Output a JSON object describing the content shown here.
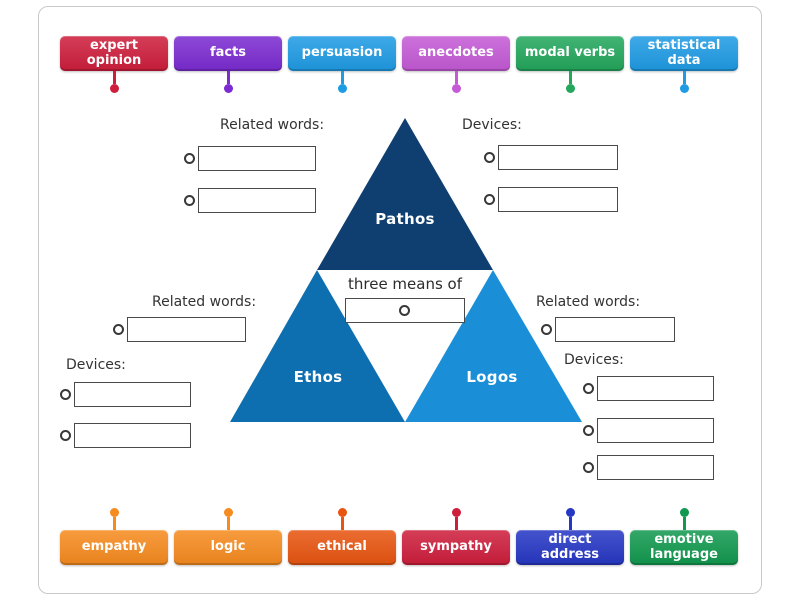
{
  "canvas": {
    "background": "#ffffff",
    "frame_color": "#c9c9c9"
  },
  "labels": {
    "related_words": "Related words:",
    "devices": "Devices:"
  },
  "diagram": {
    "center_caption": "three means of",
    "pathos": {
      "label": "Pathos",
      "color": "#0f3f70"
    },
    "ethos": {
      "label": "Ethos",
      "color": "#0e6fb0"
    },
    "logos": {
      "label": "Logos",
      "color": "#1b8ed8"
    }
  },
  "top_tiles": [
    {
      "label": "expert opinion",
      "color": "#ce1e3c"
    },
    {
      "label": "facts",
      "color": "#7b2bd1"
    },
    {
      "label": "persuasion",
      "color": "#1f9be4"
    },
    {
      "label": "anecdotes",
      "color": "#c45ad6"
    },
    {
      "label": "modal verbs",
      "color": "#23a75c"
    },
    {
      "label": "statistical data",
      "color": "#1f9be4"
    }
  ],
  "bottom_tiles": [
    {
      "label": "empathy",
      "color": "#f68b1f"
    },
    {
      "label": "logic",
      "color": "#f68b1f"
    },
    {
      "label": "ethical",
      "color": "#e85510"
    },
    {
      "label": "sympathy",
      "color": "#ce1e3c"
    },
    {
      "label": "direct address",
      "color": "#2637c4"
    },
    {
      "label": "emotive language",
      "color": "#12994f"
    }
  ]
}
